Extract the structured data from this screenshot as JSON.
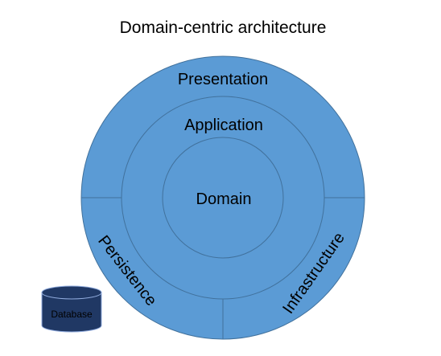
{
  "title": "Domain-centric architecture",
  "layers": {
    "outer_top": "Presentation",
    "outer_left": "Persistence",
    "outer_right": "Infrastructure",
    "middle": "Application",
    "core": "Domain"
  },
  "database": {
    "label": "Database"
  },
  "colors": {
    "ring_fill": "#5B9BD5",
    "ring_stroke": "#41719C",
    "database_fill": "#203864",
    "database_stroke": "#8FAADC",
    "text": "#000000"
  }
}
